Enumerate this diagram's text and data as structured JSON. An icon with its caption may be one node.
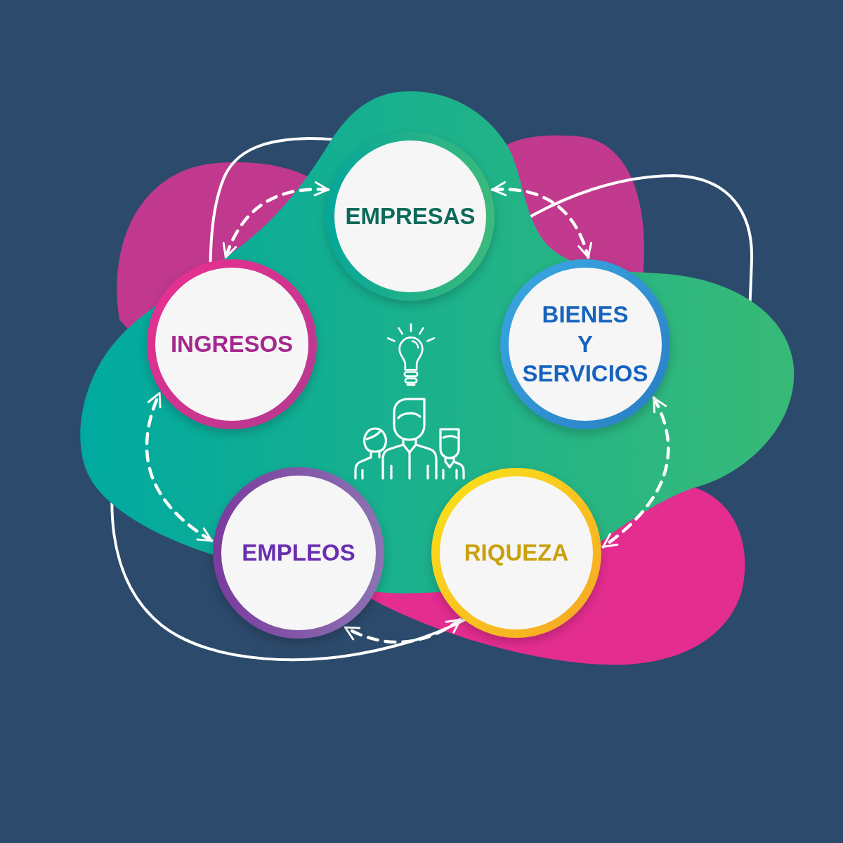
{
  "diagram": {
    "nodes": [
      {
        "text": [
          "EMPRESAS"
        ]
      },
      {
        "text": [
          "INGRESOS"
        ]
      },
      {
        "text": [
          "BIENES Y SERVICIOS"
        ]
      },
      {
        "text": [
          "EMPLEOS"
        ]
      },
      {
        "text": [
          "RIQUEZA"
        ]
      }
    ],
    "edges": [
      {
        "from": 0,
        "to": 1,
        "arrow": "both",
        "style": "dashed"
      },
      {
        "from": 0,
        "to": 2,
        "arrow": "both",
        "style": "dashed"
      },
      {
        "from": 2,
        "to": 4,
        "arrow": "both",
        "style": "dashed"
      },
      {
        "from": 4,
        "to": 3,
        "arrow": "both",
        "style": "dashed"
      },
      {
        "from": 3,
        "to": 1,
        "arrow": "both",
        "style": "dashed"
      }
    ]
  }
}
